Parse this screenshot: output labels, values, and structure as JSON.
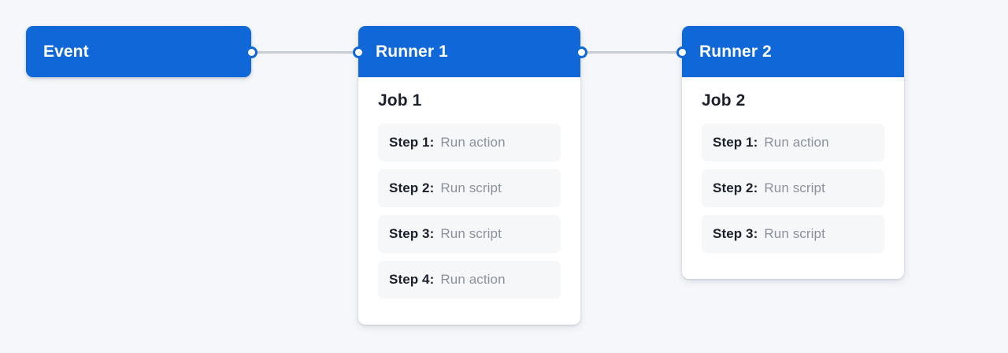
{
  "canvas": {
    "background_color": "#f5f7fa",
    "accent_color": "#1068d8",
    "edge_color": "#c6cbd4",
    "step_row_color": "#f6f7f9",
    "muted_text_color": "#8b909c"
  },
  "event_node": {
    "title": "Event"
  },
  "runners": [
    {
      "header_title": "Runner 1",
      "job_title": "Job 1",
      "steps": [
        {
          "label": "Step 1:",
          "value": "Run action"
        },
        {
          "label": "Step 2:",
          "value": "Run script"
        },
        {
          "label": "Step 3:",
          "value": "Run script"
        },
        {
          "label": "Step 4:",
          "value": "Run action"
        }
      ]
    },
    {
      "header_title": "Runner 2",
      "job_title": "Job 2",
      "steps": [
        {
          "label": "Step 1:",
          "value": "Run action"
        },
        {
          "label": "Step 2:",
          "value": "Run script"
        },
        {
          "label": "Step 3:",
          "value": "Run script"
        }
      ]
    }
  ],
  "connections": [
    {
      "from": "Event",
      "to": "Runner 1"
    },
    {
      "from": "Runner 1",
      "to": "Runner 2"
    }
  ]
}
